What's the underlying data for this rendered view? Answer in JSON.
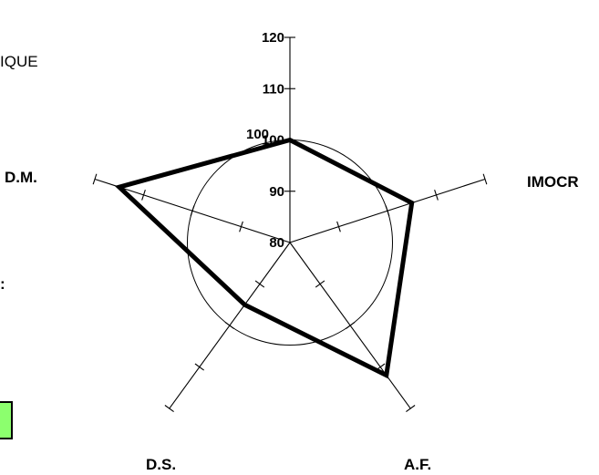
{
  "page": {
    "text_fragment_top": "IQUE",
    "text_fragment_colon": ":"
  },
  "chart_data": {
    "type": "radar",
    "axes": [
      "IMOCR",
      "A.F.",
      "D.S.",
      "D.M.",
      "100"
    ],
    "tick_labels": [
      "80",
      "90",
      "100",
      "110",
      "120"
    ],
    "rlim": [
      80,
      120
    ],
    "reference_value": 100,
    "series": [
      {
        "values": [
          105,
          112,
          95,
          115,
          100
        ],
        "color": "#000000"
      }
    ],
    "reference_color": "#000000",
    "legend_color": "#8cff6e"
  }
}
